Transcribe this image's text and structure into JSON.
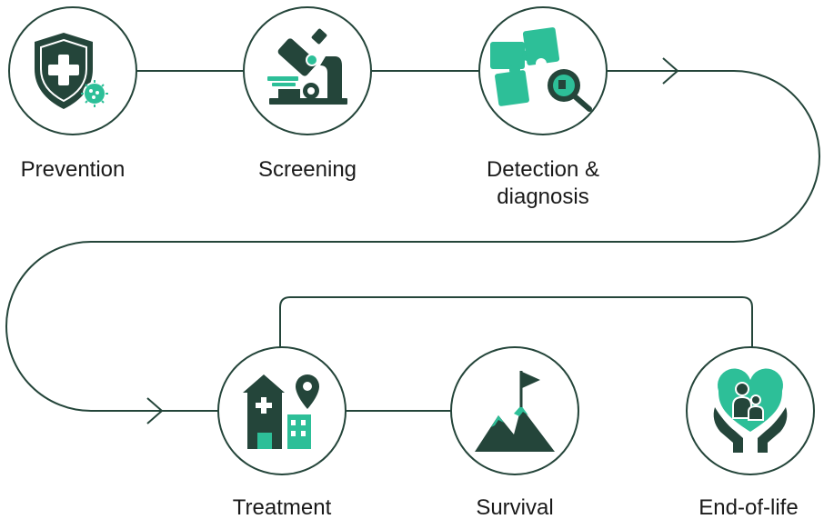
{
  "stages": [
    {
      "id": "prevention",
      "lines": [
        "Prevention"
      ],
      "icon": "shield-icon"
    },
    {
      "id": "screening",
      "lines": [
        "Screening"
      ],
      "icon": "microscope-icon"
    },
    {
      "id": "detection",
      "lines": [
        "Detection &",
        "diagnosis"
      ],
      "icon": "puzzle-magnifier-icon"
    },
    {
      "id": "treatment",
      "lines": [
        "Treatment"
      ],
      "icon": "hospital-icon"
    },
    {
      "id": "survival",
      "lines": [
        "Survival"
      ],
      "icon": "mountain-flag-icon"
    },
    {
      "id": "end-of-life",
      "lines": [
        "End-of-life"
      ],
      "icon": "caring-hands-icon"
    }
  ],
  "colors": {
    "dark": "#24453a",
    "accent": "#2dbf98",
    "line": "#24453a",
    "background": "#ffffff",
    "text": "#1a1a1a"
  }
}
